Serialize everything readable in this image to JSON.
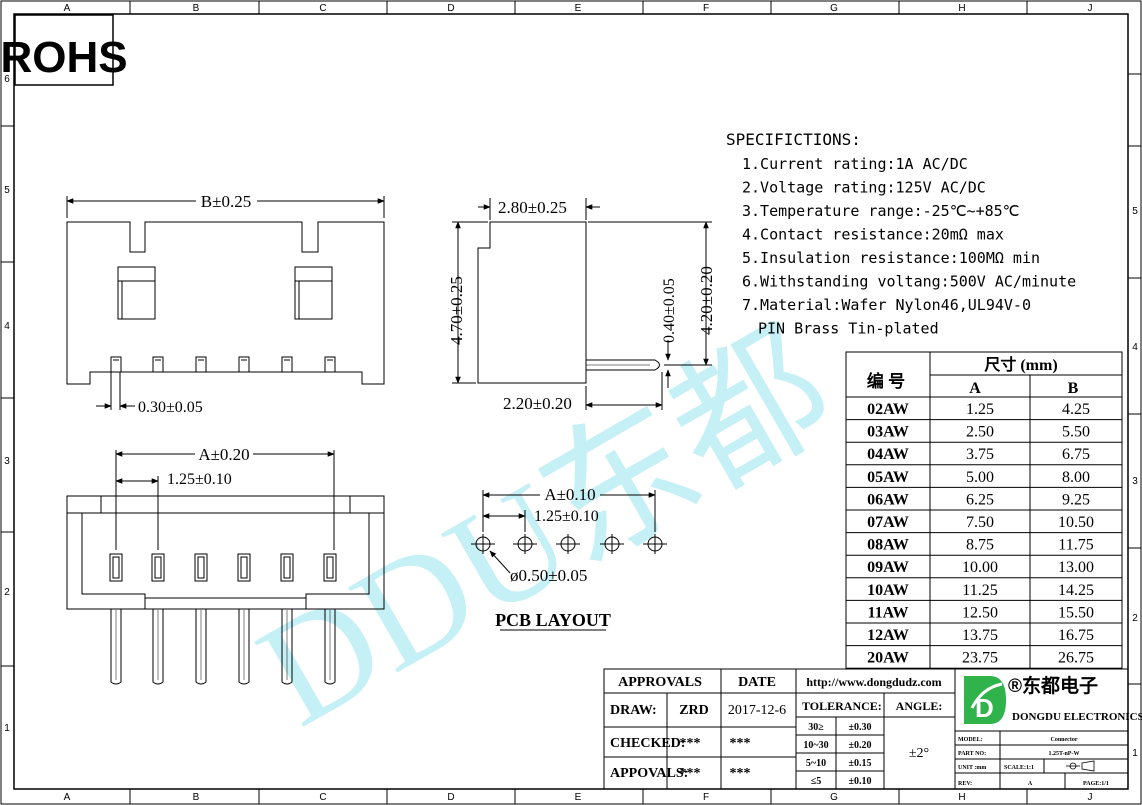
{
  "colors": {
    "line": "#000000",
    "watermark": "#bfeff5",
    "logo_green": "#2fb34a"
  },
  "rohs": "ROHS",
  "grid": {
    "columns": [
      "A",
      "B",
      "C",
      "D",
      "E",
      "F",
      "G",
      "H",
      "J"
    ],
    "rows": [
      "6",
      "5",
      "4",
      "3",
      "2",
      "1"
    ],
    "rows_right": [
      "5",
      "4",
      "3",
      "2",
      "1"
    ]
  },
  "watermark": "DDU东都",
  "dims": {
    "b": "B±0.25",
    "pin_w": "0.30±0.05",
    "a_top": "A±0.20",
    "pitch_top": "1.25±0.10",
    "side_w": "2.80±0.25",
    "side_h": "4.70±0.25",
    "side_h2": "4.20±0.20",
    "pin_t": "0.40±0.05",
    "pin_len": "2.20±0.20",
    "pcb_a": "A±0.10",
    "pcb_pitch": "1.25±0.10",
    "hole": "ø0.50±0.05"
  },
  "pcb_layout": "PCB LAYOUT",
  "specs": {
    "title": "SPECIFICTIONS:",
    "items": [
      "1.Current rating:1A AC/DC",
      "2.Voltage rating:125V AC/DC",
      "3.Temperature range:-25℃~+85℃",
      "4.Contact resistance:20mΩ max",
      "5.Insulation resistance:100MΩ min",
      "6.Withstanding voltang:500V AC/minute",
      "7.Material:Wafer Nylon46,UL94V-0",
      "PIN Brass Tin-plated"
    ]
  },
  "size_table": {
    "h_size": "尺寸 (mm)",
    "h_code": "编 号",
    "h_a": "A",
    "h_b": "B",
    "rows": [
      [
        "02AW",
        "1.25",
        "4.25"
      ],
      [
        "03AW",
        "2.50",
        "5.50"
      ],
      [
        "04AW",
        "3.75",
        "6.75"
      ],
      [
        "05AW",
        "5.00",
        "8.00"
      ],
      [
        "06AW",
        "6.25",
        "9.25"
      ],
      [
        "07AW",
        "7.50",
        "10.50"
      ],
      [
        "08AW",
        "8.75",
        "11.75"
      ],
      [
        "09AW",
        "10.00",
        "13.00"
      ],
      [
        "10AW",
        "11.25",
        "14.25"
      ],
      [
        "11AW",
        "12.50",
        "15.50"
      ],
      [
        "12AW",
        "13.75",
        "16.75"
      ],
      [
        "20AW",
        "23.75",
        "26.75"
      ]
    ]
  },
  "title_block": {
    "approvals": "APPROVALS",
    "date": "DATE",
    "url": "http://www.dongdudz.com",
    "draw": "DRAW:",
    "draw_by": "ZRD",
    "draw_date": "2017-12-6",
    "checked": "CHECKED:",
    "checked_by": "***",
    "checked_date": "***",
    "appovals": "APPOVALS:",
    "appovals_by": "***",
    "appovals_date": "***",
    "tolerance": "TOLERANCE:",
    "tol_rows": [
      [
        "30≥",
        "±0.30"
      ],
      [
        "10~30",
        "±0.20"
      ],
      [
        "5~10",
        "±0.15"
      ],
      [
        "≤5",
        "±0.10"
      ]
    ],
    "angle": "ANGLE:",
    "angle_val": "±2°",
    "company_cn": "®东都电子",
    "company_en": "DONGDU ELECTRONICS",
    "logo_letter": "D",
    "model_k": "MODEL:",
    "model_v": "Connector",
    "part_k": "PART NO:",
    "part_v": "1.25T-nP-W",
    "unit_k": "UNIT :mm",
    "scale_v": "SCALE:1:1",
    "rev_k": "REV:",
    "rev_v": "A",
    "page_v": "PAGE:1/1"
  }
}
